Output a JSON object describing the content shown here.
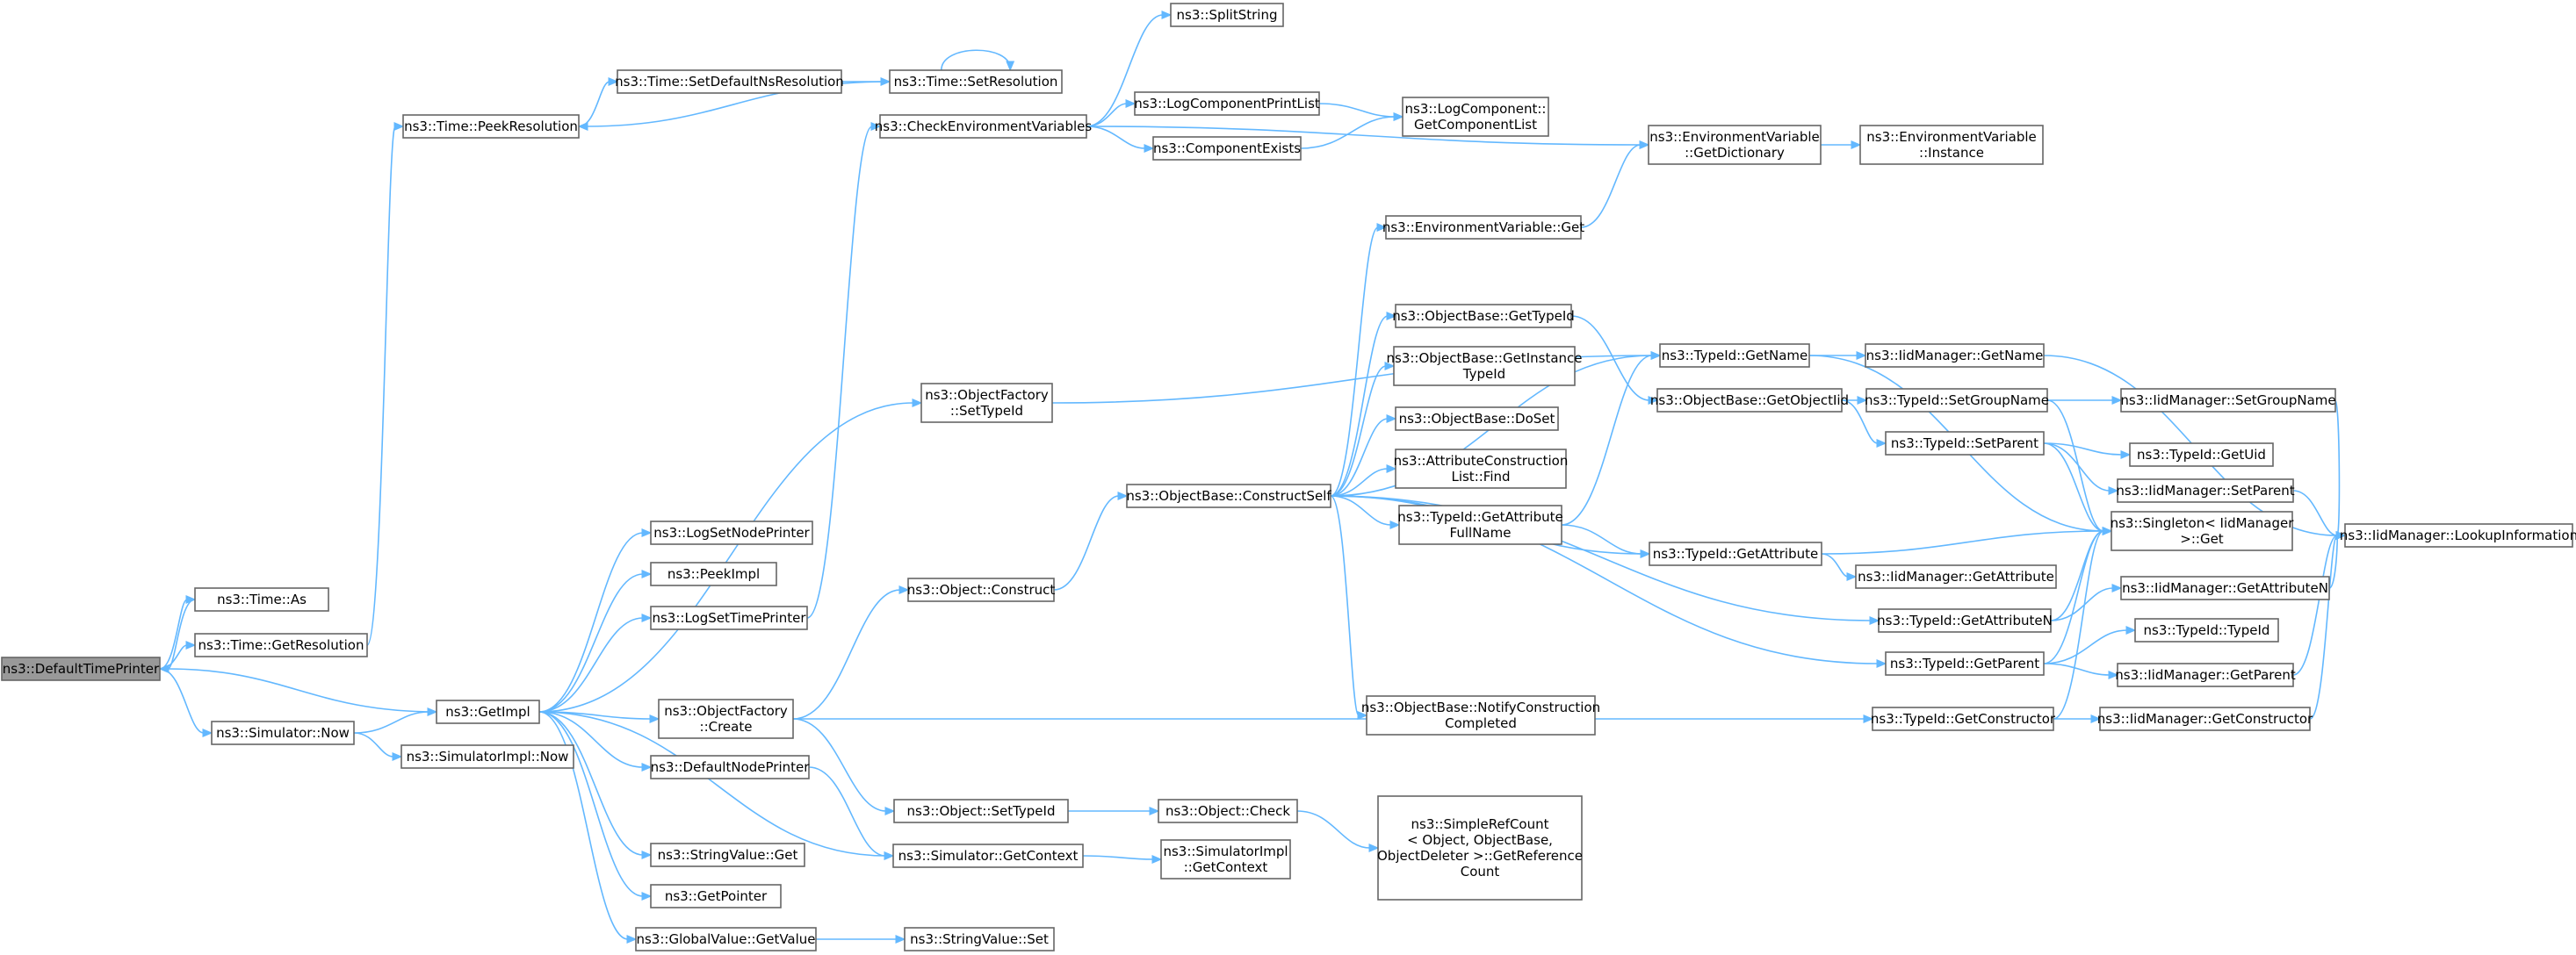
{
  "colors": {
    "edge": "#63b8ff",
    "node_border": "#666666",
    "root_fill": "#999999",
    "node_fill": "#ffffff"
  },
  "nodes": [
    {
      "id": "root",
      "lines": [
        "ns3::DefaultTimePrinter"
      ],
      "root": true
    },
    {
      "id": "timeAs",
      "lines": [
        "ns3::Time::As"
      ]
    },
    {
      "id": "getResolution",
      "lines": [
        "ns3::Time::GetResolution"
      ]
    },
    {
      "id": "peekResolution",
      "lines": [
        "ns3::Time::PeekResolution"
      ]
    },
    {
      "id": "setDefaultNs",
      "lines": [
        "ns3::Time::SetDefaultNsResolution"
      ]
    },
    {
      "id": "setResolution",
      "lines": [
        "ns3::Time::SetResolution"
      ]
    },
    {
      "id": "simNow",
      "lines": [
        "ns3::Simulator::Now"
      ]
    },
    {
      "id": "getImpl",
      "lines": [
        "ns3::GetImpl"
      ]
    },
    {
      "id": "simImplNow",
      "lines": [
        "ns3::SimulatorImpl::Now"
      ]
    },
    {
      "id": "logSetNodePrinter",
      "lines": [
        "ns3::LogSetNodePrinter"
      ]
    },
    {
      "id": "peekImpl",
      "lines": [
        "ns3::PeekImpl"
      ]
    },
    {
      "id": "logSetTimePrinter",
      "lines": [
        "ns3::LogSetTimePrinter"
      ]
    },
    {
      "id": "ofCreate",
      "lines": [
        "ns3::ObjectFactory",
        "::Create"
      ]
    },
    {
      "id": "defaultNodePrinter",
      "lines": [
        "ns3::DefaultNodePrinter"
      ]
    },
    {
      "id": "stringValueGet",
      "lines": [
        "ns3::StringValue::Get"
      ]
    },
    {
      "id": "getPointer",
      "lines": [
        "ns3::GetPointer"
      ]
    },
    {
      "id": "globalValueGetValue",
      "lines": [
        "ns3::GlobalValue::GetValue"
      ]
    },
    {
      "id": "ofSetTypeId",
      "lines": [
        "ns3::ObjectFactory",
        "::SetTypeId"
      ]
    },
    {
      "id": "checkEnv",
      "lines": [
        "ns3::CheckEnvironmentVariables"
      ]
    },
    {
      "id": "objConstruct",
      "lines": [
        "ns3::Object::Construct"
      ]
    },
    {
      "id": "objSetTypeId",
      "lines": [
        "ns3::Object::SetTypeId"
      ]
    },
    {
      "id": "simGetContext",
      "lines": [
        "ns3::Simulator::GetContext"
      ]
    },
    {
      "id": "stringValueSet",
      "lines": [
        "ns3::StringValue::Set"
      ]
    },
    {
      "id": "splitString",
      "lines": [
        "ns3::SplitString"
      ]
    },
    {
      "id": "logComponentPrintList",
      "lines": [
        "ns3::LogComponentPrintList"
      ]
    },
    {
      "id": "componentExists",
      "lines": [
        "ns3::ComponentExists"
      ]
    },
    {
      "id": "logCompGetList",
      "lines": [
        "ns3::LogComponent::",
        "GetComponentList"
      ]
    },
    {
      "id": "obConstructSelf",
      "lines": [
        "ns3::ObjectBase::ConstructSelf"
      ]
    },
    {
      "id": "objCheck",
      "lines": [
        "ns3::Object::Check"
      ]
    },
    {
      "id": "simImplGetContext",
      "lines": [
        "ns3::SimulatorImpl",
        "::GetContext"
      ]
    },
    {
      "id": "envVarGetDict",
      "lines": [
        "ns3::EnvironmentVariable",
        "::GetDictionary"
      ]
    },
    {
      "id": "envVarInstance",
      "lines": [
        "ns3::EnvironmentVariable",
        "::Instance"
      ]
    },
    {
      "id": "envVarGet",
      "lines": [
        "ns3::EnvironmentVariable::Get"
      ]
    },
    {
      "id": "obGetTypeId",
      "lines": [
        "ns3::ObjectBase::GetTypeId"
      ]
    },
    {
      "id": "obGetInstanceTypeId",
      "lines": [
        "ns3::ObjectBase::GetInstance",
        "TypeId"
      ]
    },
    {
      "id": "obDoSet",
      "lines": [
        "ns3::ObjectBase::DoSet"
      ]
    },
    {
      "id": "attrConstructionListFind",
      "lines": [
        "ns3::AttributeConstruction",
        "List::Find"
      ]
    },
    {
      "id": "tidGetAttributeFullName",
      "lines": [
        "ns3::TypeId::GetAttribute",
        "FullName"
      ]
    },
    {
      "id": "obNotifyConstructionCompleted",
      "lines": [
        "ns3::ObjectBase::NotifyConstruction",
        "Completed"
      ]
    },
    {
      "id": "simpleRefCount",
      "lines": [
        "ns3::SimpleRefCount",
        "< Object, ObjectBase,",
        "ObjectDeleter >::GetReference",
        "Count"
      ]
    },
    {
      "id": "tidGetName",
      "lines": [
        "ns3::TypeId::GetName"
      ]
    },
    {
      "id": "obGetObjectIid",
      "lines": [
        "ns3::ObjectBase::GetObjectIid"
      ]
    },
    {
      "id": "tidGetAttribute",
      "lines": [
        "ns3::TypeId::GetAttribute"
      ]
    },
    {
      "id": "tidGetAttributeN",
      "lines": [
        "ns3::TypeId::GetAttributeN"
      ]
    },
    {
      "id": "tidGetParent",
      "lines": [
        "ns3::TypeId::GetParent"
      ]
    },
    {
      "id": "tidGetConstructor",
      "lines": [
        "ns3::TypeId::GetConstructor"
      ]
    },
    {
      "id": "iidGetName",
      "lines": [
        "ns3::IidManager::GetName"
      ]
    },
    {
      "id": "tidSetGroupName",
      "lines": [
        "ns3::TypeId::SetGroupName"
      ]
    },
    {
      "id": "tidSetParent",
      "lines": [
        "ns3::TypeId::SetParent"
      ]
    },
    {
      "id": "singletonGet",
      "lines": [
        "ns3::Singleton< IidManager",
        " >::Get"
      ]
    },
    {
      "id": "iidGetAttribute",
      "lines": [
        "ns3::IidManager::GetAttribute"
      ]
    },
    {
      "id": "iidGetAttributeN",
      "lines": [
        "ns3::IidManager::GetAttributeN"
      ]
    },
    {
      "id": "tidTypeId",
      "lines": [
        "ns3::TypeId::TypeId"
      ]
    },
    {
      "id": "iidGetParent",
      "lines": [
        "ns3::IidManager::GetParent"
      ]
    },
    {
      "id": "iidGetConstructor",
      "lines": [
        "ns3::IidManager::GetConstructor"
      ]
    },
    {
      "id": "iidSetGroupName",
      "lines": [
        "ns3::IidManager::SetGroupName"
      ]
    },
    {
      "id": "tidGetUid",
      "lines": [
        "ns3::TypeId::GetUid"
      ]
    },
    {
      "id": "iidSetParent",
      "lines": [
        "ns3::IidManager::SetParent"
      ]
    },
    {
      "id": "iidLookupInformation",
      "lines": [
        "ns3::IidManager::LookupInformation"
      ]
    }
  ],
  "edges": [
    [
      "root",
      "timeAs"
    ],
    [
      "root",
      "getResolution"
    ],
    [
      "root",
      "simNow"
    ],
    [
      "timeAs",
      "root"
    ],
    [
      "getResolution",
      "peekResolution"
    ],
    [
      "peekResolution",
      "setDefaultNs"
    ],
    [
      "setDefaultNs",
      "setResolution"
    ],
    [
      "setResolution",
      "setResolution"
    ],
    [
      "setResolution",
      "peekResolution"
    ],
    [
      "simNow",
      "getImpl"
    ],
    [
      "simNow",
      "simImplNow"
    ],
    [
      "getImpl",
      "root"
    ],
    [
      "getImpl",
      "logSetNodePrinter"
    ],
    [
      "getImpl",
      "peekImpl"
    ],
    [
      "getImpl",
      "logSetTimePrinter"
    ],
    [
      "getImpl",
      "ofSetTypeId"
    ],
    [
      "getImpl",
      "ofCreate"
    ],
    [
      "getImpl",
      "defaultNodePrinter"
    ],
    [
      "getImpl",
      "stringValueGet"
    ],
    [
      "getImpl",
      "getPointer"
    ],
    [
      "getImpl",
      "globalValueGetValue"
    ],
    [
      "getImpl",
      "simGetContext"
    ],
    [
      "logSetTimePrinter",
      "checkEnv"
    ],
    [
      "ofSetTypeId",
      "tidGetName"
    ],
    [
      "ofCreate",
      "objConstruct"
    ],
    [
      "ofCreate",
      "objSetTypeId"
    ],
    [
      "ofCreate",
      "tidGetConstructor"
    ],
    [
      "defaultNodePrinter",
      "simGetContext"
    ],
    [
      "globalValueGetValue",
      "stringValueSet"
    ],
    [
      "checkEnv",
      "splitString"
    ],
    [
      "checkEnv",
      "logComponentPrintList"
    ],
    [
      "checkEnv",
      "componentExists"
    ],
    [
      "checkEnv",
      "envVarGetDict"
    ],
    [
      "logComponentPrintList",
      "logCompGetList"
    ],
    [
      "componentExists",
      "logCompGetList"
    ],
    [
      "envVarGetDict",
      "envVarInstance"
    ],
    [
      "envVarGet",
      "envVarGetDict"
    ],
    [
      "objConstruct",
      "obConstructSelf"
    ],
    [
      "objSetTypeId",
      "objCheck"
    ],
    [
      "objCheck",
      "simpleRefCount"
    ],
    [
      "simGetContext",
      "simImplGetContext"
    ],
    [
      "obConstructSelf",
      "envVarGet"
    ],
    [
      "obConstructSelf",
      "tidGetName"
    ],
    [
      "obConstructSelf",
      "obGetTypeId"
    ],
    [
      "obConstructSelf",
      "obGetInstanceTypeId"
    ],
    [
      "obConstructSelf",
      "obDoSet"
    ],
    [
      "obConstructSelf",
      "attrConstructionListFind"
    ],
    [
      "obConstructSelf",
      "tidGetAttributeFullName"
    ],
    [
      "obConstructSelf",
      "tidGetAttribute"
    ],
    [
      "obConstructSelf",
      "tidGetAttributeN"
    ],
    [
      "obConstructSelf",
      "tidGetParent"
    ],
    [
      "obConstructSelf",
      "obNotifyConstructionCompleted"
    ],
    [
      "obGetTypeId",
      "obGetObjectIid"
    ],
    [
      "tidGetAttributeFullName",
      "tidGetName"
    ],
    [
      "tidGetAttributeFullName",
      "tidGetAttribute"
    ],
    [
      "tidGetName",
      "iidGetName"
    ],
    [
      "tidGetName",
      "singletonGet"
    ],
    [
      "obGetObjectIid",
      "tidSetGroupName"
    ],
    [
      "obGetObjectIid",
      "tidSetParent"
    ],
    [
      "tidSetGroupName",
      "iidSetGroupName"
    ],
    [
      "tidSetGroupName",
      "singletonGet"
    ],
    [
      "tidSetParent",
      "tidGetUid"
    ],
    [
      "tidSetParent",
      "iidSetParent"
    ],
    [
      "tidSetParent",
      "singletonGet"
    ],
    [
      "tidGetAttribute",
      "singletonGet"
    ],
    [
      "tidGetAttribute",
      "iidGetAttribute"
    ],
    [
      "tidGetAttributeN",
      "singletonGet"
    ],
    [
      "tidGetAttributeN",
      "iidGetAttributeN"
    ],
    [
      "tidGetParent",
      "singletonGet"
    ],
    [
      "tidGetParent",
      "tidTypeId"
    ],
    [
      "tidGetParent",
      "iidGetParent"
    ],
    [
      "tidGetConstructor",
      "singletonGet"
    ],
    [
      "tidGetConstructor",
      "iidGetConstructor"
    ],
    [
      "iidGetName",
      "iidLookupInformation"
    ],
    [
      "iidSetGroupName",
      "iidLookupInformation"
    ],
    [
      "iidSetParent",
      "iidLookupInformation"
    ],
    [
      "iidGetAttributeN",
      "iidLookupInformation"
    ],
    [
      "iidGetParent",
      "iidLookupInformation"
    ],
    [
      "iidGetConstructor",
      "iidLookupInformation"
    ]
  ]
}
